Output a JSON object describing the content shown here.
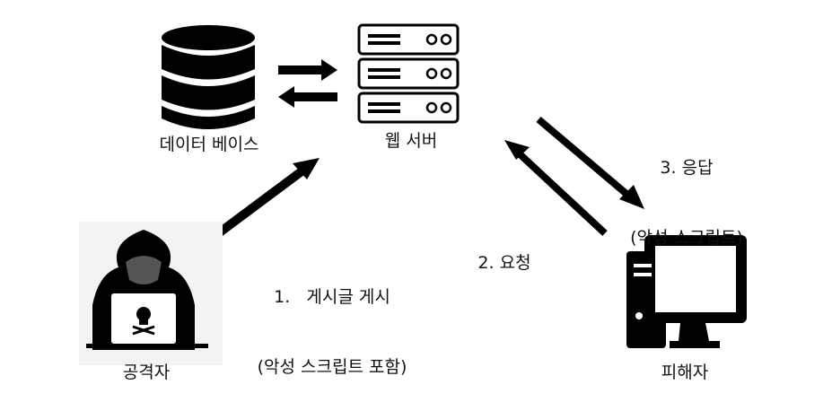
{
  "nodes": {
    "database": {
      "label": "데이터 베이스",
      "icon": "database-icon"
    },
    "webserver": {
      "label": "웹 서버",
      "icon": "server-rack-icon"
    },
    "attacker": {
      "label": "공격자",
      "icon": "hacker-icon"
    },
    "victim": {
      "label": "피해자",
      "icon": "desktop-computer-icon"
    }
  },
  "edges": {
    "step1": {
      "line1": "1.   게시글 게시",
      "line2": "(악성 스크립트 포함)"
    },
    "step2": {
      "line1": "2. 요청"
    },
    "step3": {
      "line1": "3. 응답",
      "line2": "(악성 스크립트)"
    }
  },
  "colors": {
    "ink": "#000000",
    "background": "#ffffff"
  }
}
